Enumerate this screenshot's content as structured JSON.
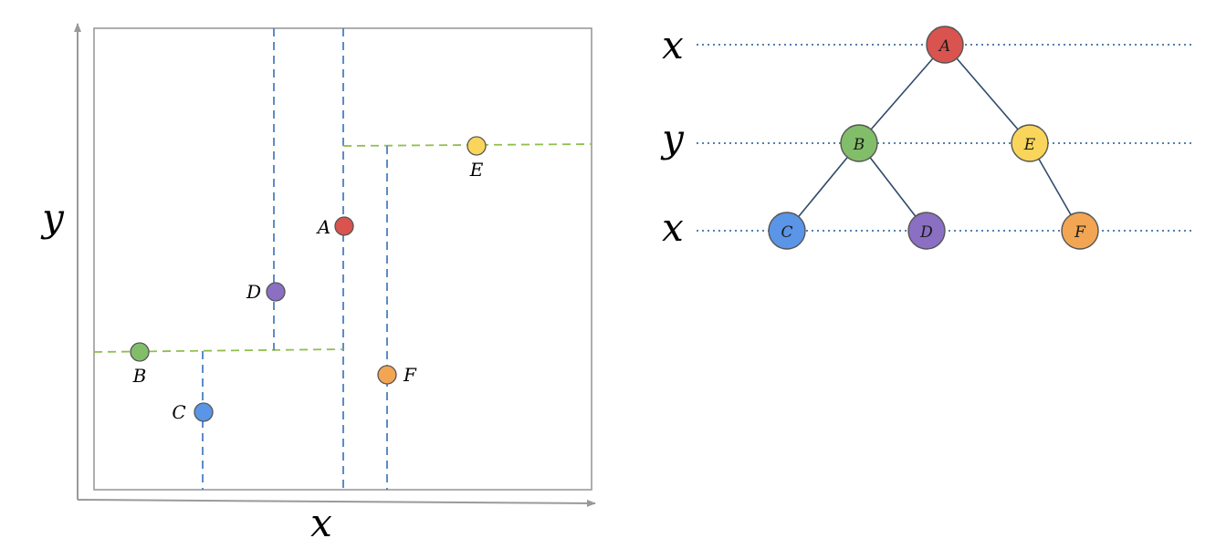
{
  "partition_panel": {
    "axis_x_label": "x",
    "axis_y_label": "y",
    "points": [
      {
        "id": "A",
        "label": "A",
        "color": "#d9534f"
      },
      {
        "id": "B",
        "label": "B",
        "color": "#82bd6a"
      },
      {
        "id": "C",
        "label": "C",
        "color": "#5b95e8"
      },
      {
        "id": "D",
        "label": "D",
        "color": "#8a6fc2"
      },
      {
        "id": "E",
        "label": "E",
        "color": "#f9d55b"
      },
      {
        "id": "F",
        "label": "F",
        "color": "#f2a553"
      }
    ],
    "split_colors": {
      "x": "#4a7fc1",
      "y": "#8fbf4d"
    }
  },
  "tree_panel": {
    "levels": [
      {
        "axis": "x",
        "nodes": [
          "A"
        ]
      },
      {
        "axis": "y",
        "nodes": [
          "B",
          "E"
        ]
      },
      {
        "axis": "x",
        "nodes": [
          "C",
          "D",
          "F"
        ]
      }
    ],
    "edges": [
      [
        "A",
        "B"
      ],
      [
        "A",
        "E"
      ],
      [
        "B",
        "C"
      ],
      [
        "B",
        "D"
      ],
      [
        "E",
        "F"
      ]
    ],
    "edge_color": "#2f4a6b",
    "level_line_color": "#3a6ea5"
  }
}
